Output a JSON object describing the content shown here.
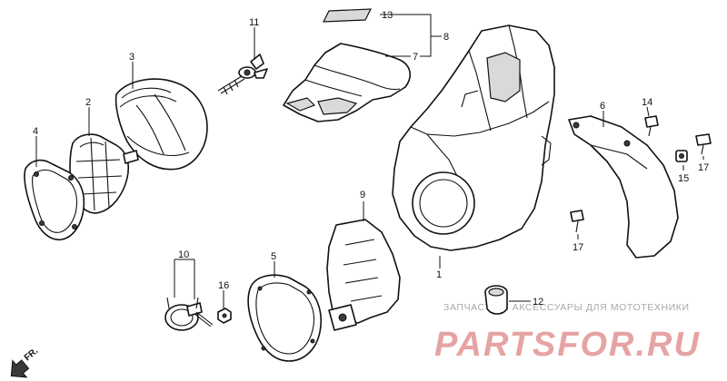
{
  "callouts": [
    {
      "id": "1",
      "label": "1"
    },
    {
      "id": "2",
      "label": "2"
    },
    {
      "id": "3",
      "label": "3"
    },
    {
      "id": "4",
      "label": "4"
    },
    {
      "id": "5",
      "label": "5"
    },
    {
      "id": "6",
      "label": "6"
    },
    {
      "id": "7",
      "label": "7"
    },
    {
      "id": "8",
      "label": "8"
    },
    {
      "id": "9",
      "label": "9"
    },
    {
      "id": "10",
      "label": "10"
    },
    {
      "id": "11",
      "label": "11"
    },
    {
      "id": "12",
      "label": "12"
    },
    {
      "id": "13",
      "label": "13"
    },
    {
      "id": "14",
      "label": "14"
    },
    {
      "id": "15",
      "label": "15"
    },
    {
      "id": "16",
      "label": "16"
    },
    {
      "id": "17a",
      "label": "17"
    },
    {
      "id": "17b",
      "label": "17"
    }
  ],
  "direction_marker": {
    "label": "FR."
  },
  "watermark": {
    "caption": "ЗАПЧАСТИ И АКСЕССУАРЫ ДЛЯ МОТОТЕХНИКИ",
    "brand": "PARTSFOR.RU",
    "color": "#e6a3a3"
  }
}
